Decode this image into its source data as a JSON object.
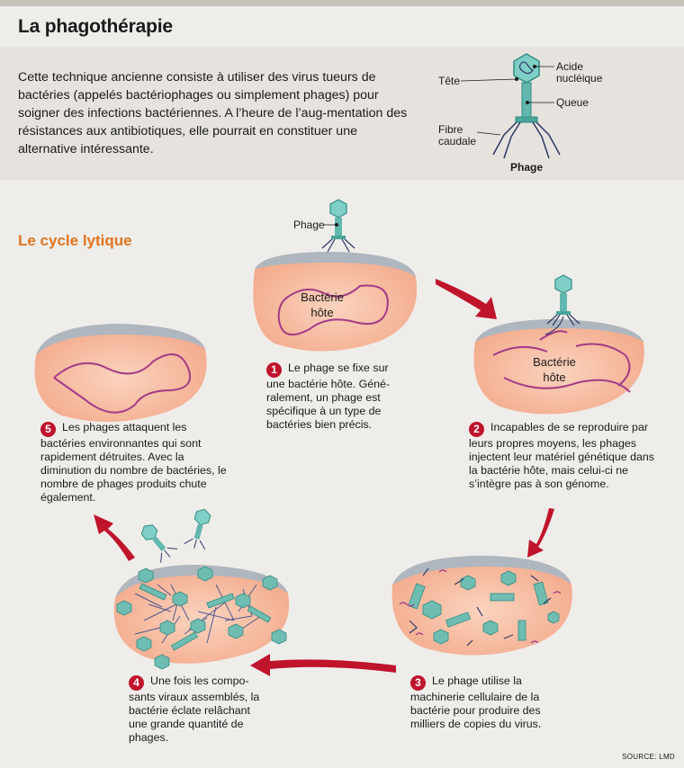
{
  "title": "La phagothérapie",
  "intro": "Cette technique ancienne consiste à utiliser des virus tueurs de bactéries (appelés bactériophages ou simplement phages) pour soigner des infections bactériennes. A l’heure de l’aug-mentation des résistances aux antibiotiques, elle pourrait en constituer une alternative intéressante.",
  "phage_diagram": {
    "tete": "Tête",
    "acide_line1": "Acide",
    "acide_line2": "nucléique",
    "queue": "Queue",
    "fibre_line1": "Fibre",
    "fibre_line2": "caudale",
    "phage": "Phage"
  },
  "cycle_title": "Le cycle lytique",
  "cycle": {
    "phage_label": "Phage",
    "bacteria_line1": "Bactérie",
    "bacteria_line2": "hôte",
    "steps": [
      {
        "num": "1",
        "text": "Le phage se fixe sur une bactérie hôte. Géné-ralement, un phage est spécifique à un type de bactéries bien précis."
      },
      {
        "num": "2",
        "text": "Incapables de se reproduire par leurs propres moyens, les phages injectent leur matériel génétique dans la bactérie hôte, mais celui-ci ne s’intègre pas à son génome."
      },
      {
        "num": "3",
        "text": "Le phage utilise la machinerie cellulaire de la bactérie pour produire des milliers de copies du virus."
      },
      {
        "num": "4",
        "text": "Une fois les compo-sants viraux assemblés, la bactérie éclate relâchant une grande quantité de phages."
      },
      {
        "num": "5",
        "text": "Les phages attaquent les bactéries environnantes qui sont rapidement détruites. Avec la diminution du nombre de bactéries, le nombre de phages produits chute également."
      }
    ]
  },
  "source": "SOURCE: LMD",
  "colors": {
    "accent": "#e2731e",
    "step_badge": "#c0132c",
    "bacteria_fill": "#f5b89a",
    "bacteria_wall": "#aeb6bf",
    "dna": "#a33a86",
    "phage": "#4aa59a",
    "arrow": "#c0132c"
  }
}
